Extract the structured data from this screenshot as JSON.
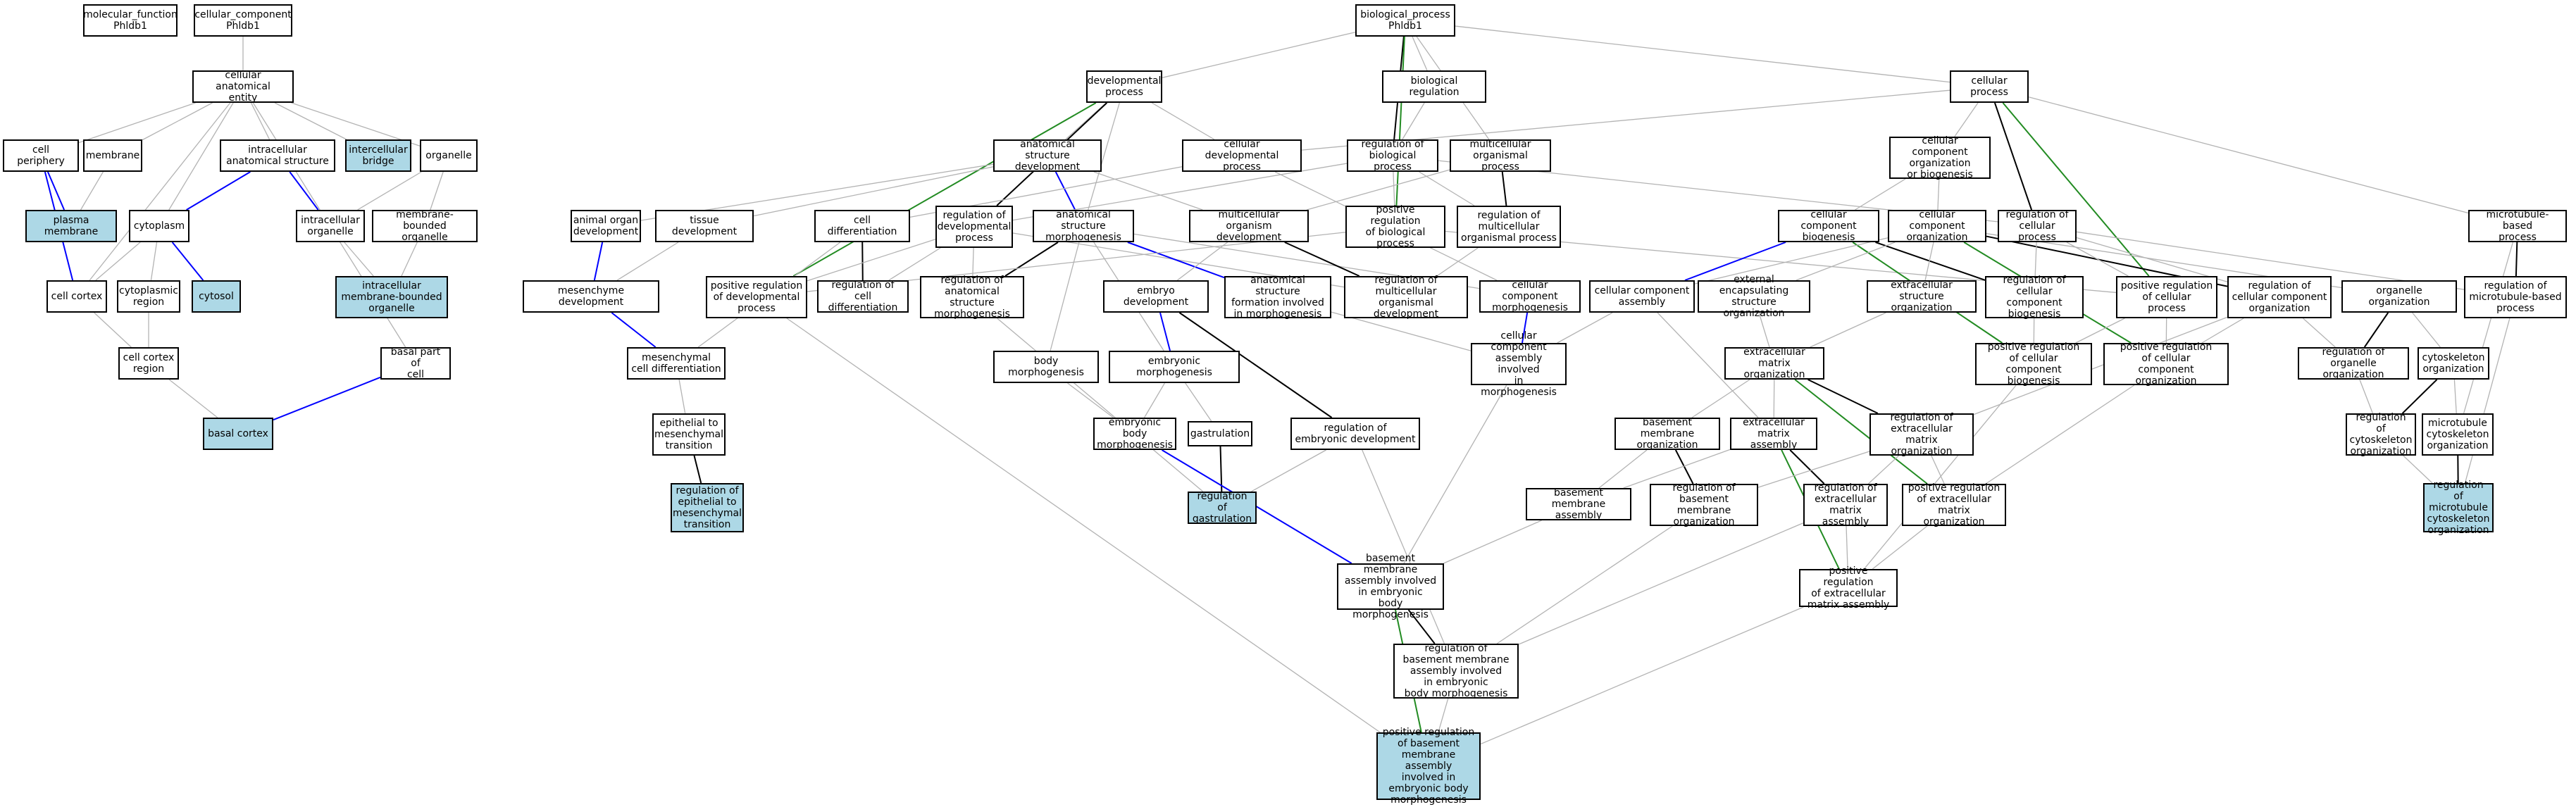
{
  "colors": {
    "background": "#ffffff",
    "node_border": "#000000",
    "highlight_fill": "#add8e6",
    "edge_is_a": "#b3b3b3",
    "edge_part_of": "#0000ff",
    "edge_regulates": "#000000",
    "edge_positively_regulates": "#228b22"
  },
  "nodes": {
    "mf": {
      "label": "molecular_function\nPhldb1",
      "highlighted": false
    },
    "cc": {
      "label": "cellular_component\nPhldb1",
      "highlighted": false
    },
    "bp": {
      "label": "biological_process\nPhldb1",
      "highlighted": false
    },
    "cae": {
      "label": "cellular anatomical\nentity",
      "highlighted": false
    },
    "cper": {
      "label": "cell periphery",
      "highlighted": false
    },
    "mem": {
      "label": "membrane",
      "highlighted": false
    },
    "ias": {
      "label": "intracellular\nanatomical structure",
      "highlighted": false
    },
    "ibr": {
      "label": "intercellular\nbridge",
      "highlighted": true
    },
    "org": {
      "label": "organelle",
      "highlighted": false
    },
    "pm": {
      "label": "plasma membrane",
      "highlighted": true
    },
    "cyto": {
      "label": "cytoplasm",
      "highlighted": false
    },
    "iorg": {
      "label": "intracellular\norganelle",
      "highlighted": false
    },
    "mbo": {
      "label": "membrane-bounded\norganelle",
      "highlighted": false
    },
    "ccor": {
      "label": "cell cortex",
      "highlighted": false
    },
    "cregion": {
      "label": "cytoplasmic\nregion",
      "highlighted": false
    },
    "cytosol": {
      "label": "cytosol",
      "highlighted": true
    },
    "imbo": {
      "label": "intracellular\nmembrane-bounded\norganelle",
      "highlighted": true
    },
    "ccr": {
      "label": "cell cortex\nregion",
      "highlighted": false
    },
    "bpc": {
      "label": "basal part of\ncell",
      "highlighted": false
    },
    "bc": {
      "label": "basal cortex",
      "highlighted": true
    },
    "devp": {
      "label": "developmental\nprocess",
      "highlighted": false
    },
    "breg": {
      "label": "biological regulation",
      "highlighted": false
    },
    "cellp": {
      "label": "cellular process",
      "highlighted": false
    },
    "asd": {
      "label": "anatomical structure\ndevelopment",
      "highlighted": false
    },
    "cdp": {
      "label": "cellular developmental\nprocess",
      "highlighted": false
    },
    "rbp": {
      "label": "regulation of\nbiological process",
      "highlighted": false
    },
    "mop": {
      "label": "multicellular\norganismal process",
      "highlighted": false
    },
    "ccob": {
      "label": "cellular component\norganization\nor biogenesis",
      "highlighted": false
    },
    "aod": {
      "label": "animal organ\ndevelopment",
      "highlighted": false
    },
    "td": {
      "label": "tissue development",
      "highlighted": false
    },
    "cdiff": {
      "label": "cell differentiation",
      "highlighted": false
    },
    "rdp": {
      "label": "regulation of\ndevelopmental\nprocess",
      "highlighted": false
    },
    "asm": {
      "label": "anatomical structure\nmorphogenesis",
      "highlighted": false
    },
    "mod": {
      "label": "multicellular\norganism development",
      "highlighted": false
    },
    "prbp": {
      "label": "positive regulation\nof biological\nprocess",
      "highlighted": false
    },
    "rmop": {
      "label": "regulation of\nmulticellular\norganismal process",
      "highlighted": false
    },
    "ccbio": {
      "label": "cellular component\nbiogenesis",
      "highlighted": false
    },
    "ccorg": {
      "label": "cellular component\norganization",
      "highlighted": false
    },
    "rcp": {
      "label": "regulation of\ncellular process",
      "highlighted": false
    },
    "mbp": {
      "label": "microtubule-based\nprocess",
      "highlighted": false
    },
    "mesd": {
      "label": "mesenchyme development",
      "highlighted": false
    },
    "prdp": {
      "label": "positive regulation\nof developmental\nprocess",
      "highlighted": false
    },
    "rcd": {
      "label": "regulation of\ncell differentiation",
      "highlighted": false
    },
    "rasm": {
      "label": "regulation of\nanatomical structure\nmorphogenesis",
      "highlighted": false
    },
    "embd": {
      "label": "embryo development",
      "highlighted": false
    },
    "asfm": {
      "label": "anatomical structure\nformation involved\nin morphogenesis",
      "highlighted": false
    },
    "rmod": {
      "label": "regulation of\nmulticellular\norganismal development",
      "highlighted": false
    },
    "ccm": {
      "label": "cellular component\nmorphogenesis",
      "highlighted": false
    },
    "cca": {
      "label": "cellular component\nassembly",
      "highlighted": false
    },
    "eeso": {
      "label": "external encapsulating\nstructure organization",
      "highlighted": false
    },
    "eso": {
      "label": "extracellular\nstructure organization",
      "highlighted": false
    },
    "rccb": {
      "label": "regulation of\ncellular component\nbiogenesis",
      "highlighted": false
    },
    "prcp": {
      "label": "positive regulation\nof cellular\nprocess",
      "highlighted": false
    },
    "rcco": {
      "label": "regulation of\ncellular component\norganization",
      "highlighted": false
    },
    "oo": {
      "label": "organelle organization",
      "highlighted": false
    },
    "rmbp": {
      "label": "regulation of\nmicrotubule-based\nprocess",
      "highlighted": false
    },
    "mcd": {
      "label": "mesenchymal\ncell differentiation",
      "highlighted": false
    },
    "bm": {
      "label": "body morphogenesis",
      "highlighted": false
    },
    "embm": {
      "label": "embryonic morphogenesis",
      "highlighted": false
    },
    "ccaim": {
      "label": "cellular component\nassembly involved\nin morphogenesis",
      "highlighted": false
    },
    "emo": {
      "label": "extracellular\nmatrix organization",
      "highlighted": false
    },
    "prccb": {
      "label": "positive regulation\nof cellular\ncomponent biogenesis",
      "highlighted": false
    },
    "prcco": {
      "label": "positive regulation\nof cellular\ncomponent organization",
      "highlighted": false
    },
    "roo": {
      "label": "regulation of\norganelle organization",
      "highlighted": false
    },
    "cso": {
      "label": "cytoskeleton\norganization",
      "highlighted": false
    },
    "emt": {
      "label": "epithelial to\nmesenchymal\ntransition",
      "highlighted": false
    },
    "ebm": {
      "label": "embryonic body\nmorphogenesis",
      "highlighted": false
    },
    "gast": {
      "label": "gastrulation",
      "highlighted": false
    },
    "red": {
      "label": "regulation of\nembryonic development",
      "highlighted": false
    },
    "bmo": {
      "label": "basement membrane\norganization",
      "highlighted": false
    },
    "ema": {
      "label": "extracellular\nmatrix assembly",
      "highlighted": false
    },
    "remo": {
      "label": "regulation of\nextracellular\nmatrix organization",
      "highlighted": false
    },
    "rcso": {
      "label": "regulation of\ncytoskeleton\norganization",
      "highlighted": false
    },
    "mcso": {
      "label": "microtubule\ncytoskeleton\norganization",
      "highlighted": false
    },
    "remt": {
      "label": "regulation of\nepithelial to\nmesenchymal\ntransition",
      "highlighted": true
    },
    "rgast": {
      "label": "regulation of\ngastrulation",
      "highlighted": true
    },
    "bma": {
      "label": "basement membrane\nassembly",
      "highlighted": false
    },
    "rbmo": {
      "label": "regulation of\nbasement membrane\norganization",
      "highlighted": false
    },
    "rema": {
      "label": "regulation of\nextracellular\nmatrix assembly",
      "highlighted": false
    },
    "premo": {
      "label": "positive regulation\nof extracellular\nmatrix organization",
      "highlighted": false
    },
    "rmcso": {
      "label": "regulation of\nmicrotubule\ncytoskeleton\norganization",
      "highlighted": true
    },
    "bmaebm": {
      "label": "basement membrane\nassembly involved\nin embryonic\nbody morphogenesis",
      "highlighted": false
    },
    "prema": {
      "label": "positive regulation\nof extracellular\nmatrix assembly",
      "highlighted": false
    },
    "rbmaebm": {
      "label": "regulation of\nbasement membrane\nassembly involved\nin embryonic\nbody morphogenesis",
      "highlighted": false
    },
    "prbmaebm": {
      "label": "positive regulation\nof basement\nmembrane assembly\ninvolved in\nembryonic body\nmorphogenesis",
      "highlighted": true
    }
  },
  "edges": [
    [
      "cc",
      "cae",
      "is_a"
    ],
    [
      "cae",
      "cper",
      "is_a"
    ],
    [
      "cae",
      "mem",
      "is_a"
    ],
    [
      "cae",
      "ias",
      "is_a"
    ],
    [
      "cae",
      "ibr",
      "is_a"
    ],
    [
      "cae",
      "org",
      "is_a"
    ],
    [
      "cae",
      "cyto",
      "is_a"
    ],
    [
      "cae",
      "ccor",
      "is_a"
    ],
    [
      "cae",
      "bpc",
      "is_a"
    ],
    [
      "cper",
      "pm",
      "part_of"
    ],
    [
      "mem",
      "pm",
      "is_a"
    ],
    [
      "ias",
      "cyto",
      "part_of"
    ],
    [
      "ias",
      "iorg",
      "part_of"
    ],
    [
      "org",
      "iorg",
      "is_a"
    ],
    [
      "org",
      "mbo",
      "is_a"
    ],
    [
      "cper",
      "ccor",
      "part_of"
    ],
    [
      "cyto",
      "ccor",
      "is_a"
    ],
    [
      "cyto",
      "cregion",
      "is_a"
    ],
    [
      "cyto",
      "cytosol",
      "part_of"
    ],
    [
      "iorg",
      "imbo",
      "is_a"
    ],
    [
      "mbo",
      "imbo",
      "is_a"
    ],
    [
      "ccor",
      "ccr",
      "is_a"
    ],
    [
      "cregion",
      "ccr",
      "is_a"
    ],
    [
      "ccr",
      "bc",
      "is_a"
    ],
    [
      "bpc",
      "bc",
      "part_of"
    ],
    [
      "bp",
      "devp",
      "is_a"
    ],
    [
      "bp",
      "breg",
      "is_a"
    ],
    [
      "bp",
      "cellp",
      "is_a"
    ],
    [
      "bp",
      "mop",
      "is_a"
    ],
    [
      "bp",
      "rbp",
      "regulates"
    ],
    [
      "bp",
      "prbp",
      "positively_regulates"
    ],
    [
      "breg",
      "rbp",
      "is_a"
    ],
    [
      "devp",
      "asd",
      "is_a"
    ],
    [
      "devp",
      "cdp",
      "is_a"
    ],
    [
      "devp",
      "rdp",
      "regulates"
    ],
    [
      "devp",
      "prdp",
      "positively_regulates"
    ],
    [
      "devp",
      "asm",
      "is_a"
    ],
    [
      "cellp",
      "cdp",
      "is_a"
    ],
    [
      "cellp",
      "ccob",
      "is_a"
    ],
    [
      "cellp",
      "mbp",
      "is_a"
    ],
    [
      "cellp",
      "rcp",
      "regulates"
    ],
    [
      "cellp",
      "prcp",
      "positively_regulates"
    ],
    [
      "asd",
      "aod",
      "is_a"
    ],
    [
      "asd",
      "td",
      "is_a"
    ],
    [
      "asd",
      "asm",
      "part_of"
    ],
    [
      "asd",
      "mod",
      "is_a"
    ],
    [
      "cdp",
      "cdiff",
      "is_a"
    ],
    [
      "cdp",
      "ccm",
      "is_a"
    ],
    [
      "rbp",
      "rdp",
      "is_a"
    ],
    [
      "rbp",
      "prbp",
      "is_a"
    ],
    [
      "rbp",
      "rmop",
      "is_a"
    ],
    [
      "rbp",
      "rcp",
      "is_a"
    ],
    [
      "mop",
      "mod",
      "is_a"
    ],
    [
      "mop",
      "rmop",
      "regulates"
    ],
    [
      "ccob",
      "ccbio",
      "is_a"
    ],
    [
      "ccob",
      "ccorg",
      "is_a"
    ],
    [
      "aod",
      "mesd",
      "part_of"
    ],
    [
      "td",
      "mesd",
      "is_a"
    ],
    [
      "cdiff",
      "mcd",
      "is_a"
    ],
    [
      "cdiff",
      "rcd",
      "regulates"
    ],
    [
      "rdp",
      "rcd",
      "is_a"
    ],
    [
      "rdp",
      "rasm",
      "is_a"
    ],
    [
      "rdp",
      "prdp",
      "is_a"
    ],
    [
      "rdp",
      "rmod",
      "is_a"
    ],
    [
      "asm",
      "rasm",
      "regulates"
    ],
    [
      "asm",
      "embm",
      "is_a"
    ],
    [
      "asm",
      "bm",
      "is_a"
    ],
    [
      "asm",
      "asfm",
      "part_of"
    ],
    [
      "asm",
      "ccm",
      "is_a"
    ],
    [
      "mod",
      "embd",
      "is_a"
    ],
    [
      "mod",
      "rmod",
      "regulates"
    ],
    [
      "prbp",
      "prdp",
      "is_a"
    ],
    [
      "prbp",
      "prcp",
      "is_a"
    ],
    [
      "rmop",
      "rmod",
      "is_a"
    ],
    [
      "ccbio",
      "cca",
      "part_of"
    ],
    [
      "ccbio",
      "rccb",
      "regulates"
    ],
    [
      "ccbio",
      "prccb",
      "positively_regulates"
    ],
    [
      "ccorg",
      "eso",
      "is_a"
    ],
    [
      "ccorg",
      "eeso",
      "is_a"
    ],
    [
      "ccorg",
      "oo",
      "is_a"
    ],
    [
      "ccorg",
      "rcco",
      "regulates"
    ],
    [
      "ccorg",
      "prcco",
      "positively_regulates"
    ],
    [
      "ccorg",
      "cca",
      "is_a"
    ],
    [
      "rcp",
      "rccb",
      "is_a"
    ],
    [
      "rcp",
      "prcp",
      "is_a"
    ],
    [
      "rcp",
      "rcco",
      "is_a"
    ],
    [
      "rcp",
      "rmbp",
      "is_a"
    ],
    [
      "mbp",
      "rmbp",
      "regulates"
    ],
    [
      "mbp",
      "mcso",
      "is_a"
    ],
    [
      "mesd",
      "mcd",
      "part_of"
    ],
    [
      "mcd",
      "emt",
      "is_a"
    ],
    [
      "embd",
      "embm",
      "part_of"
    ],
    [
      "embd",
      "red",
      "regulates"
    ],
    [
      "ccm",
      "ccaim",
      "part_of"
    ],
    [
      "cca",
      "ccaim",
      "is_a"
    ],
    [
      "asfm",
      "ccaim",
      "is_a"
    ],
    [
      "eeso",
      "emo",
      "is_a"
    ],
    [
      "eso",
      "emo",
      "is_a"
    ],
    [
      "rccb",
      "prccb",
      "is_a"
    ],
    [
      "prcp",
      "prccb",
      "is_a"
    ],
    [
      "prcp",
      "prcco",
      "is_a"
    ],
    [
      "rcco",
      "prcco",
      "is_a"
    ],
    [
      "rcco",
      "roo",
      "is_a"
    ],
    [
      "rcco",
      "remo",
      "is_a"
    ],
    [
      "oo",
      "roo",
      "regulates"
    ],
    [
      "oo",
      "cso",
      "is_a"
    ],
    [
      "embm",
      "ebm",
      "is_a"
    ],
    [
      "bm",
      "ebm",
      "is_a"
    ],
    [
      "embm",
      "gast",
      "is_a"
    ],
    [
      "emo",
      "bmo",
      "is_a"
    ],
    [
      "emo",
      "ema",
      "is_a"
    ],
    [
      "emo",
      "remo",
      "regulates"
    ],
    [
      "emo",
      "premo",
      "positively_regulates"
    ],
    [
      "cca",
      "ema",
      "is_a"
    ],
    [
      "roo",
      "rcso",
      "is_a"
    ],
    [
      "cso",
      "rcso",
      "regulates"
    ],
    [
      "cso",
      "mcso",
      "is_a"
    ],
    [
      "rmbp",
      "rmcso",
      "is_a"
    ],
    [
      "mcso",
      "rmcso",
      "regulates"
    ],
    [
      "rcso",
      "rmcso",
      "is_a"
    ],
    [
      "emt",
      "remt",
      "regulates"
    ],
    [
      "gast",
      "rgast",
      "regulates"
    ],
    [
      "red",
      "rgast",
      "is_a"
    ],
    [
      "rasm",
      "rgast",
      "is_a"
    ],
    [
      "bmo",
      "bma",
      "is_a"
    ],
    [
      "bmo",
      "rbmo",
      "regulates"
    ],
    [
      "ema",
      "bma",
      "is_a"
    ],
    [
      "ema",
      "rema",
      "regulates"
    ],
    [
      "ema",
      "prema",
      "positively_regulates"
    ],
    [
      "remo",
      "rbmo",
      "is_a"
    ],
    [
      "remo",
      "rema",
      "is_a"
    ],
    [
      "remo",
      "premo",
      "is_a"
    ],
    [
      "prcco",
      "premo",
      "is_a"
    ],
    [
      "bma",
      "bmaebm",
      "is_a"
    ],
    [
      "ccaim",
      "bmaebm",
      "is_a"
    ],
    [
      "ebm",
      "bmaebm",
      "part_of"
    ],
    [
      "rema",
      "prema",
      "is_a"
    ],
    [
      "premo",
      "prema",
      "is_a"
    ],
    [
      "prccb",
      "prema",
      "is_a"
    ],
    [
      "bmaebm",
      "rbmaebm",
      "regulates"
    ],
    [
      "rbmo",
      "rbmaebm",
      "is_a"
    ],
    [
      "rema",
      "rbmaebm",
      "is_a"
    ],
    [
      "red",
      "rbmaebm",
      "is_a"
    ],
    [
      "rbmaebm",
      "prbmaebm",
      "is_a"
    ],
    [
      "bmaebm",
      "prbmaebm",
      "positively_regulates"
    ],
    [
      "prema",
      "prbmaebm",
      "is_a"
    ],
    [
      "prdp",
      "prbmaebm",
      "is_a"
    ]
  ]
}
